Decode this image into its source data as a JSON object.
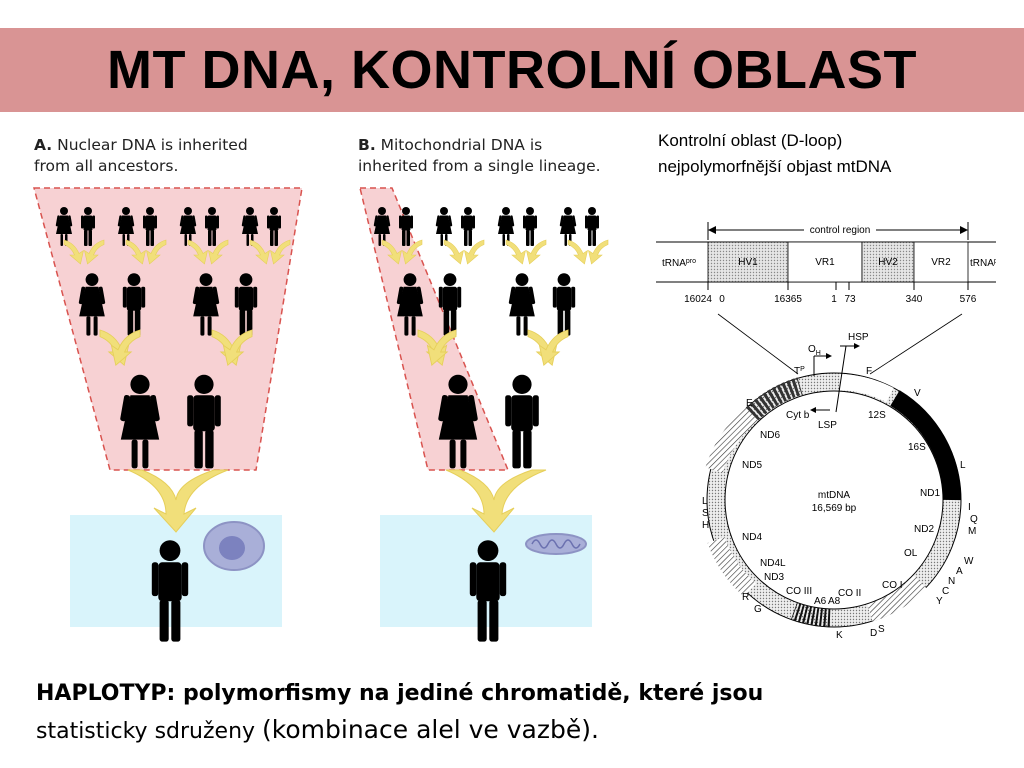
{
  "slide": {
    "title": "MT DNA, KONTROLNÍ OBLAST"
  },
  "panel_a": {
    "letter": "A.",
    "caption_line1": " Nuclear DNA is inherited",
    "caption_line2": "from all ancestors."
  },
  "panel_b": {
    "letter": "B.",
    "caption_line1": " Mitochondrial DNA is",
    "caption_line2": "inherited from a single lineage."
  },
  "right_text": {
    "line1": "Kontrolní oblast (D-loop)",
    "line2": "nejpolymorfnější objast mtDNA"
  },
  "control_region": {
    "label": "control region",
    "segments": [
      "tRNA",
      "pro",
      "HV1",
      "VR1",
      "HV2",
      "VR2",
      "tRNA",
      "phe"
    ],
    "positions": [
      "16024",
      "0",
      "16365",
      "1",
      "73",
      "340",
      "576"
    ]
  },
  "circle": {
    "center_line1": "mtDNA",
    "center_line2": "16,569 bp",
    "labels": [
      "HSP",
      "O",
      "H",
      "T",
      "P",
      "F",
      "V",
      "Cyt b",
      "LSP",
      "12S",
      "E",
      "ND6",
      "16S",
      "L",
      "ND5",
      "ND1",
      "I",
      "Q",
      "M",
      "L",
      "S",
      "H",
      "ND2",
      "W",
      "A",
      "N",
      "C",
      "Y",
      "OL",
      "ND4",
      "ND4L",
      "ND3",
      "CO III",
      "CO II",
      "CO I",
      "R",
      "G",
      "A6",
      "A8",
      "K",
      "D",
      "S"
    ]
  },
  "bottom": {
    "line1": "HAPLOTYP: polymorfismy na jediné chromatidě, které jsou",
    "line2_a": "statisticky sdruženy ",
    "line2_b": "(kombinace alel ve vazbě)."
  },
  "colors": {
    "title_bar": "#d99494",
    "trapezoid_fill": "#f7d1d3",
    "trapezoid_stroke": "#d9534f",
    "cell_bg": "#d9f4fb",
    "arrow": "#f1df7a",
    "cell_oval": "#a9afd8"
  }
}
